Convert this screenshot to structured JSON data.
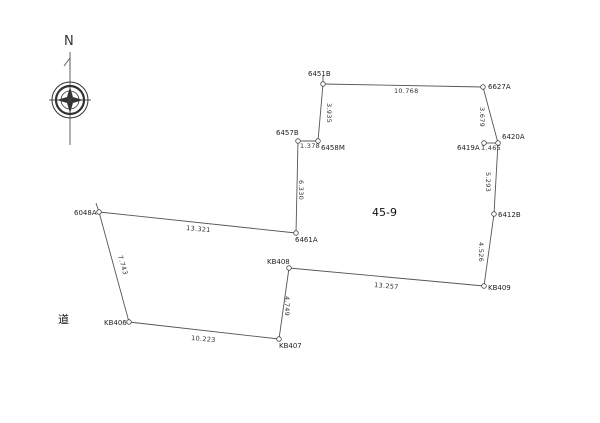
{
  "lot_label": "45-9",
  "road_label": "道",
  "compass": {
    "north_letter": "N"
  },
  "points": [
    {
      "id": "6451B",
      "label": "6451B"
    },
    {
      "id": "6627A",
      "label": "6627A"
    },
    {
      "id": "6457B",
      "label": "6457B"
    },
    {
      "id": "6458M",
      "label": "6458M"
    },
    {
      "id": "6419A",
      "label": "6419A"
    },
    {
      "id": "6420A",
      "label": "6420A"
    },
    {
      "id": "6048A",
      "label": "6048A"
    },
    {
      "id": "6461A",
      "label": "6461A"
    },
    {
      "id": "6412B",
      "label": "6412B"
    },
    {
      "id": "KB408",
      "label": "KB408"
    },
    {
      "id": "KB409",
      "label": "KB409"
    },
    {
      "id": "KB406",
      "label": "KB406"
    },
    {
      "id": "KB407",
      "label": "KB407"
    }
  ],
  "edges": [
    {
      "from": "6451B",
      "to": "6627A",
      "length": "10.768"
    },
    {
      "from": "6451B",
      "to": "6458M",
      "length": "3.935"
    },
    {
      "from": "6627A",
      "to": "6420A",
      "length": "3.679"
    },
    {
      "from": "6457B",
      "to": "6458M",
      "length": "1.378"
    },
    {
      "from": "6419A",
      "to": "6420A",
      "length": "1.465"
    },
    {
      "from": "6457B",
      "to": "6461A",
      "length": "6.330"
    },
    {
      "from": "6048A",
      "to": "6461A",
      "length": "13.321"
    },
    {
      "from": "6420A",
      "to": "6412B",
      "length": "5.293"
    },
    {
      "from": "6412B",
      "to": "KB409",
      "length": "4.526"
    },
    {
      "from": "KB408",
      "to": "KB409",
      "length": "13.257"
    },
    {
      "from": "6048A",
      "to": "KB406",
      "length": "7.743"
    },
    {
      "from": "KB408",
      "to": "KB407",
      "length": "4.749"
    },
    {
      "from": "KB406",
      "to": "KB407",
      "length": "10.223"
    }
  ]
}
